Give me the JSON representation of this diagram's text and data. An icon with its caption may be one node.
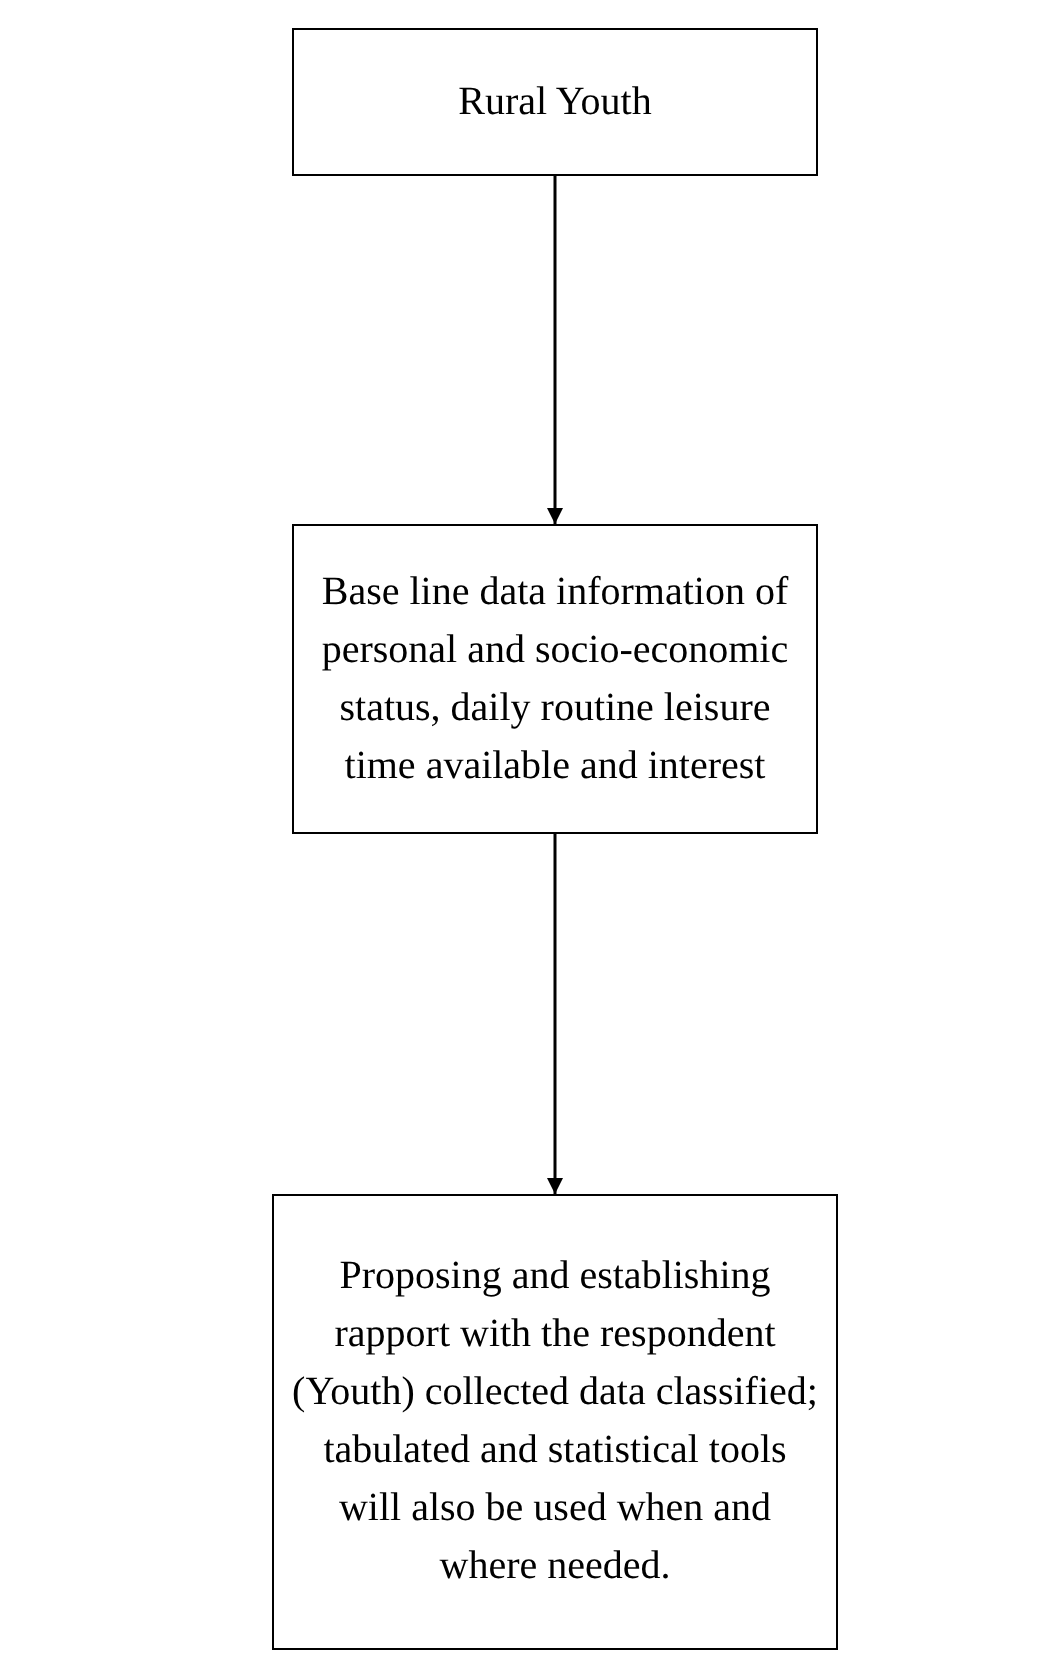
{
  "diagram": {
    "nodes": [
      {
        "text": [
          "Rural Youth"
        ]
      },
      {
        "text": [
          "Base line data information of personal and socio-economic status, daily routine leisure time available and interest"
        ]
      },
      {
        "text": [
          "Proposing and establishing rapport with the respondent (Youth) collected data classified; tabulated and statistical tools will also be used when and where needed."
        ]
      }
    ],
    "edges": [
      {
        "from": 0,
        "to": 1,
        "arrow": "to"
      },
      {
        "from": 1,
        "to": 2,
        "arrow": "to"
      }
    ]
  }
}
